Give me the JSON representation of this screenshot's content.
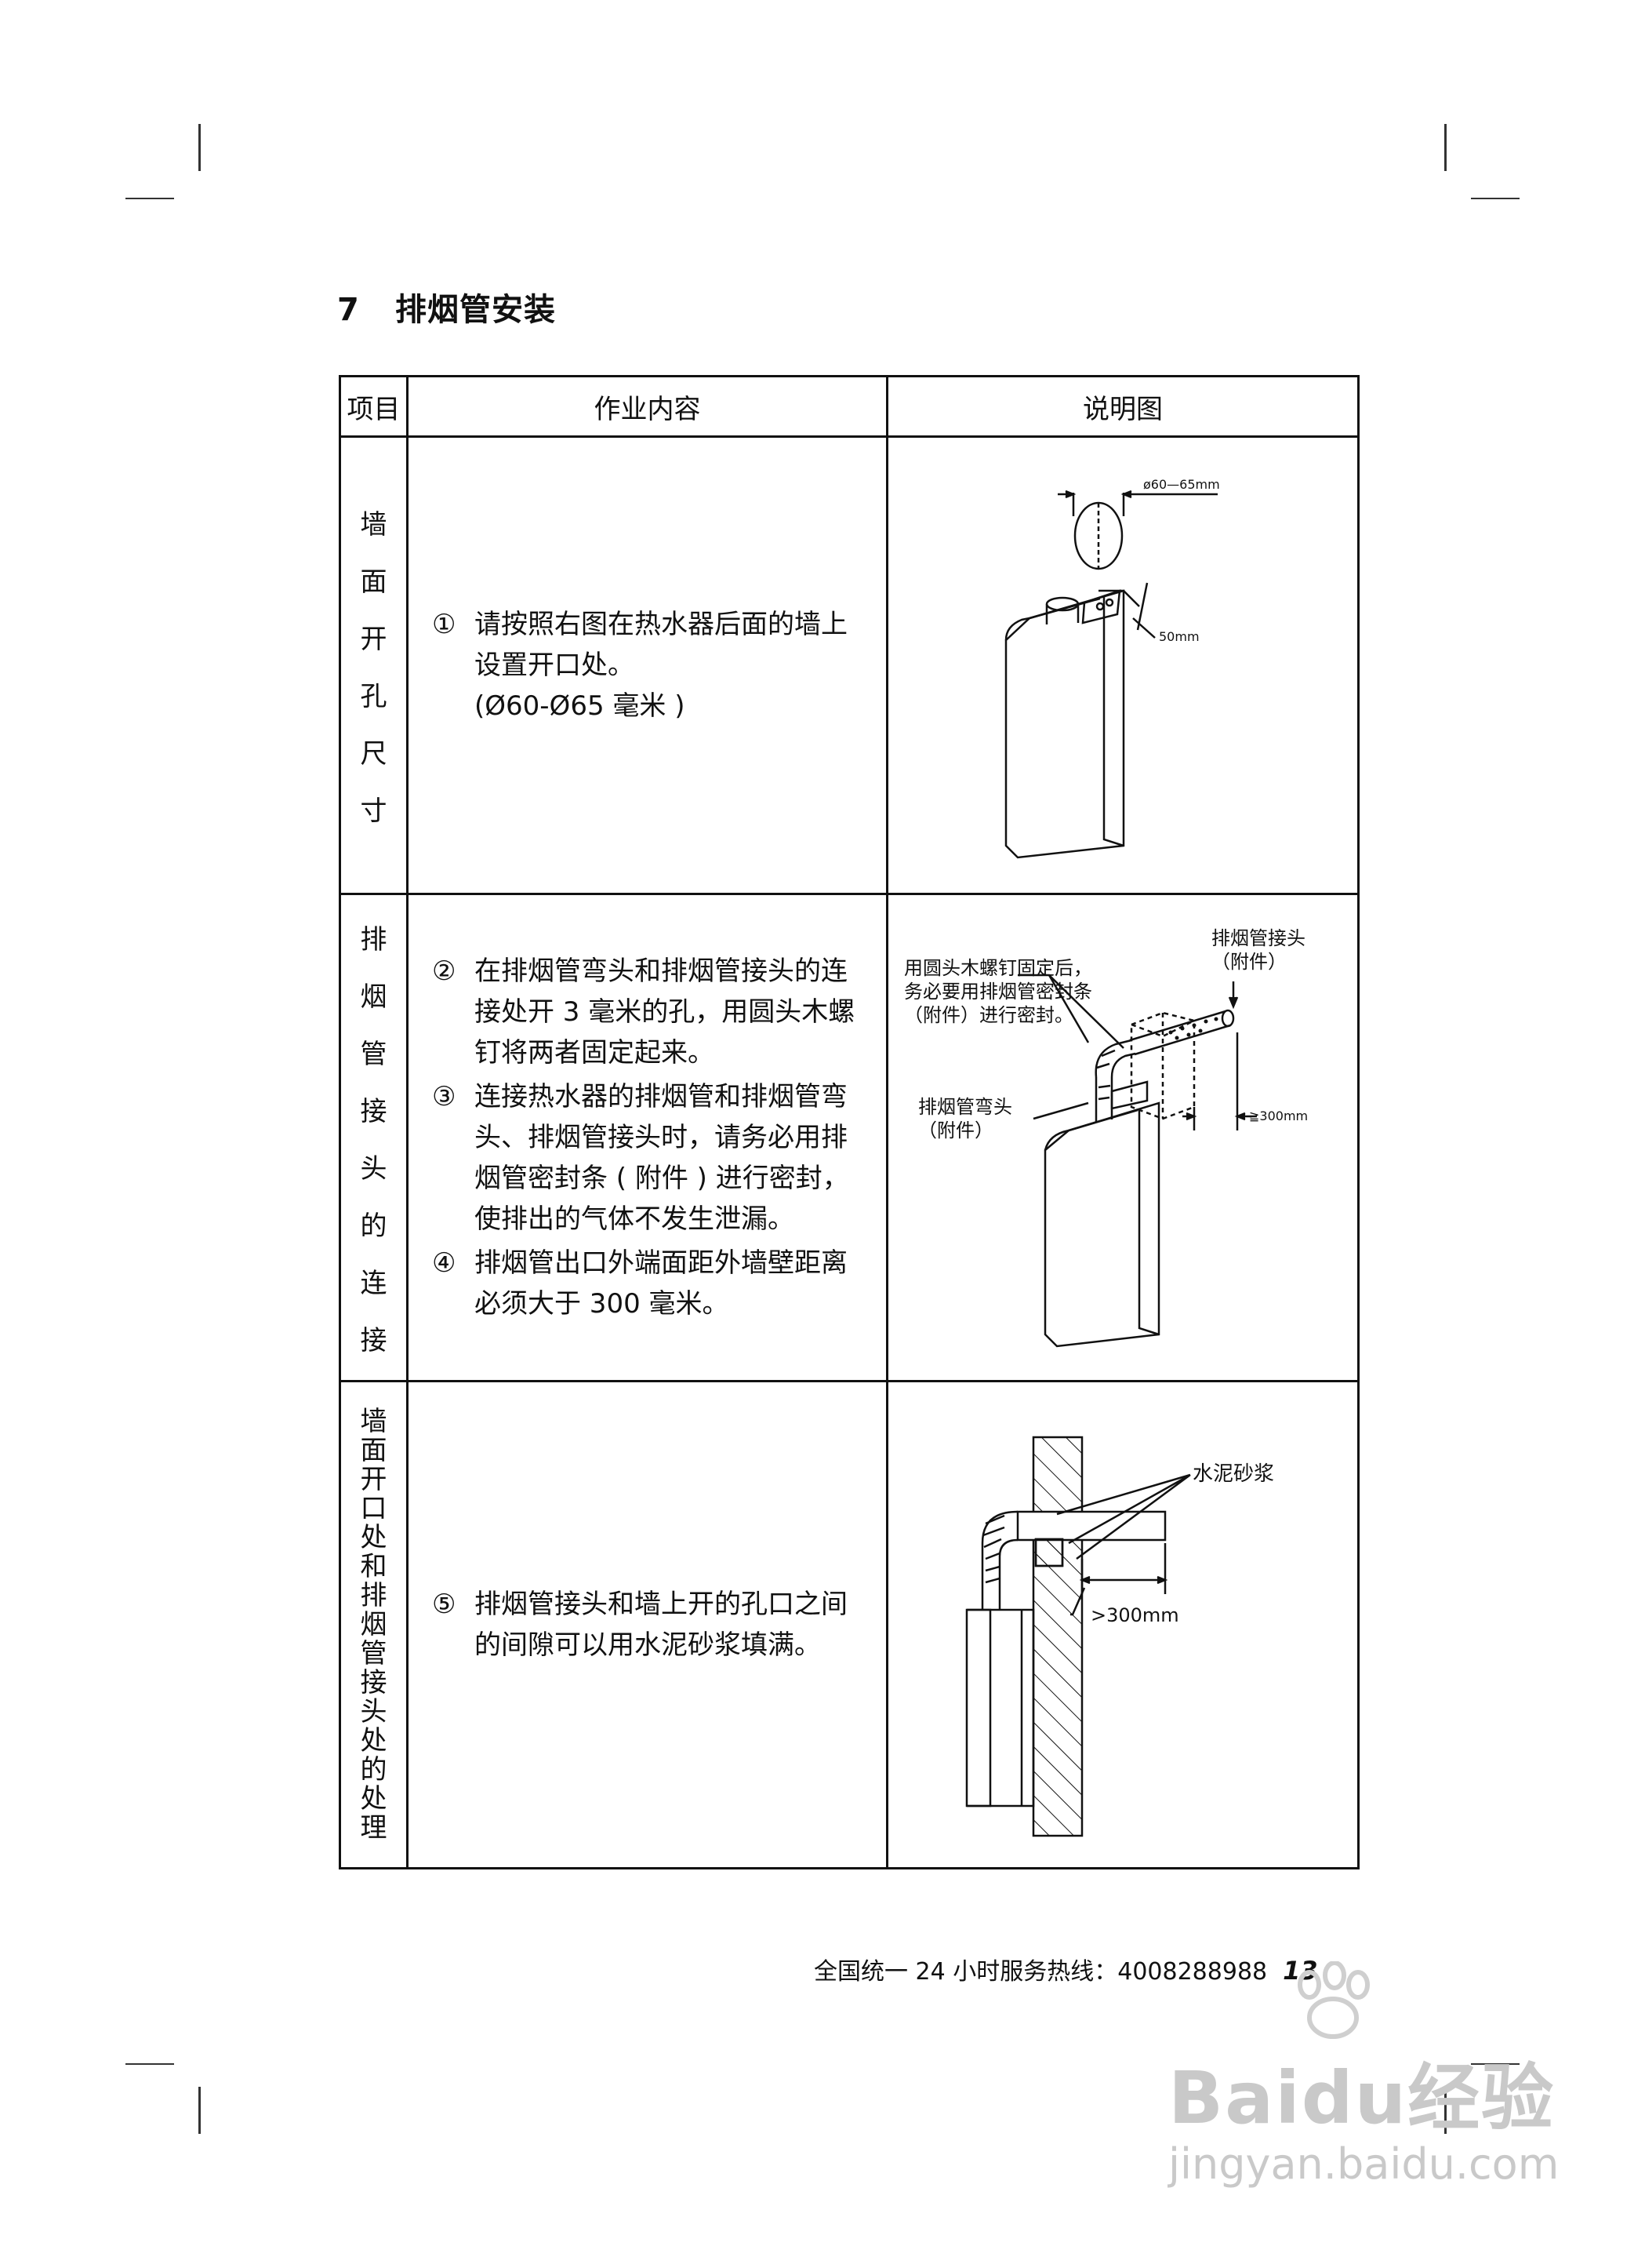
{
  "section": {
    "number": "7",
    "title": "排烟管安装"
  },
  "table": {
    "headers": {
      "item": "项目",
      "content": "作业内容",
      "figure": "说明图"
    },
    "rows": [
      {
        "item_chars": [
          "墙",
          "面",
          "开",
          "孔",
          "尺",
          "寸"
        ],
        "steps": [
          {
            "mark": "①",
            "lines": [
              "请按照右图在热水器后面的墙上",
              "设置开口处。",
              "(Ø60-Ø65 毫米 )"
            ]
          }
        ],
        "figure_labels": {
          "diameter": "ø60—65mm",
          "offset": "50mm"
        }
      },
      {
        "item_chars": [
          "排",
          "烟",
          "管",
          "接",
          "头",
          "的",
          "连",
          "接"
        ],
        "steps": [
          {
            "mark": "②",
            "lines": [
              "在排烟管弯头和排烟管接头的连",
              "接处开 3 毫米的孔，用圆头木螺",
              "钉将两者固定起来。"
            ]
          },
          {
            "mark": "③",
            "lines": [
              "连接热水器的排烟管和排烟管弯",
              "头、排烟管接头时，请务必用排",
              "烟管密封条 ( 附件 ) 进行密封，",
              "使排出的气体不发生泄漏。"
            ]
          },
          {
            "mark": "④",
            "lines": [
              "排烟管出口外端面距外墙壁距离",
              "必须大于 300 毫米。"
            ]
          }
        ],
        "figure_labels": {
          "screw_note": [
            "用圆头木螺钉固定后，",
            "务必要用排烟管密封条",
            "（附件）进行密封。"
          ],
          "connector": [
            "排烟管接头",
            "（附件）"
          ],
          "elbow": [
            "排烟管弯头",
            "（附件）"
          ],
          "distance": "≧300mm"
        }
      },
      {
        "item_chars": [
          "墙",
          "面",
          "开",
          "口",
          "处",
          "和",
          "排",
          "烟",
          "管",
          "接",
          "头",
          "处",
          "的",
          "处",
          "理"
        ],
        "steps": [
          {
            "mark": "⑤",
            "lines": [
              "排烟管接头和墙上开的孔口之间",
              "的间隙可以用水泥砂浆填满。"
            ]
          }
        ],
        "figure_labels": {
          "mortar": "水泥砂浆",
          "distance": ">300mm"
        }
      }
    ]
  },
  "footer": {
    "hotline": "全国统一 24 小时服务热线：4008288988",
    "page": "13"
  },
  "watermark": {
    "brand": "Baidu经验",
    "url": "jingyan.baidu.com"
  }
}
